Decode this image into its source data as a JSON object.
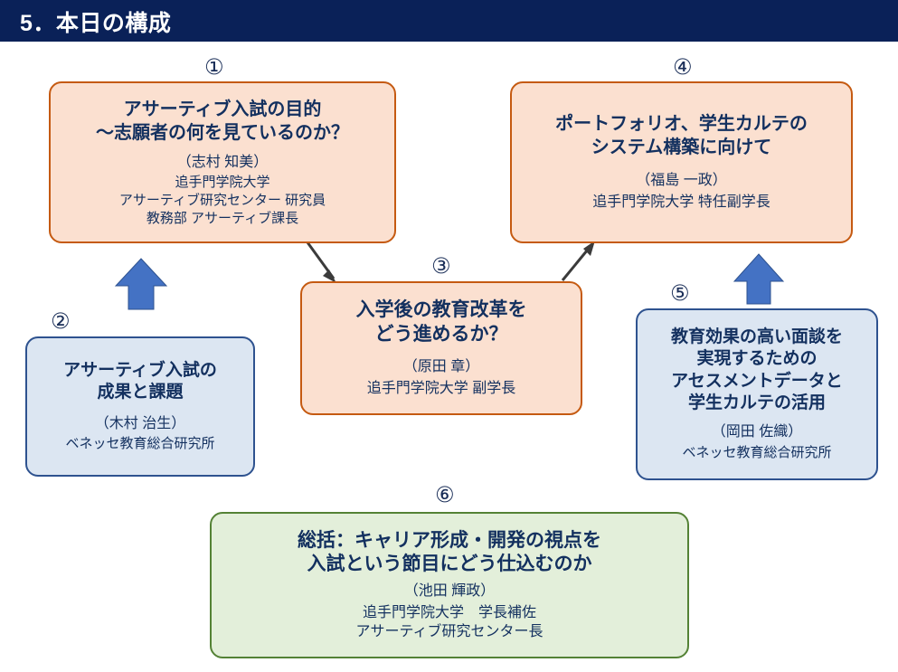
{
  "header": {
    "title": "5．本日の構成",
    "bar_color": "#0A2158",
    "text_color": "#FFFFFF"
  },
  "palette": {
    "peach_fill": "#FBE0D0",
    "peach_border": "#C55A11",
    "blue_fill": "#DCE6F2",
    "blue_border": "#2E528F",
    "green_fill": "#E3EFDA",
    "green_border": "#548235",
    "block_arrow": "#4472C4",
    "thin_arrow": "#3B3B3B",
    "text": "#13305F"
  },
  "nodes": [
    {
      "marker": "①",
      "style": "peach",
      "title": "アサーティブ入試の目的\n～志願者の何を見ているのか？",
      "person": "（志村 知美）",
      "affiliation": "追手門学院大学\nアサーティブ研究センター 研究員\n教務部 アサーティブ課長"
    },
    {
      "marker": "②",
      "style": "blue",
      "title": "アサーティブ入試の\n成果と課題",
      "person": "（木村 治生）",
      "affiliation": "ベネッセ教育総合研究所"
    },
    {
      "marker": "③",
      "style": "peach",
      "title": "入学後の教育改革を\nどう進めるか？",
      "person": "（原田 章）",
      "affiliation": "追手門学院大学 副学長"
    },
    {
      "marker": "④",
      "style": "peach",
      "title": "ポートフォリオ、学生カルテの\nシステム構築に向けて",
      "person": "（福島 一政）",
      "affiliation": "追手門学院大学 特任副学長"
    },
    {
      "marker": "⑤",
      "style": "blue",
      "title": "教育効果の高い面談を\n実現するための\nアセスメントデータと\n学生カルテの活用",
      "person": "（岡田 佐織）",
      "affiliation": "ベネッセ教育総合研究所"
    },
    {
      "marker": "⑥",
      "style": "green",
      "title": "総括：キャリア形成・開発の視点を\n入試という節目にどう仕込むのか",
      "person": "（池田 輝政）",
      "affiliation": "追手門学院大学　学長補佐\nアサーティブ研究センター長"
    }
  ],
  "connectors": [
    {
      "name": "block-arrow-2-to-1",
      "from": "②",
      "to": "①",
      "kind": "block-up"
    },
    {
      "name": "thin-arrow-1-to-3",
      "from": "①",
      "to": "③",
      "kind": "thin-diagonal"
    },
    {
      "name": "thin-arrow-3-to-4",
      "from": "③",
      "to": "④",
      "kind": "thin-diagonal"
    },
    {
      "name": "block-arrow-5-to-4",
      "from": "⑤",
      "to": "④",
      "kind": "block-up"
    }
  ]
}
